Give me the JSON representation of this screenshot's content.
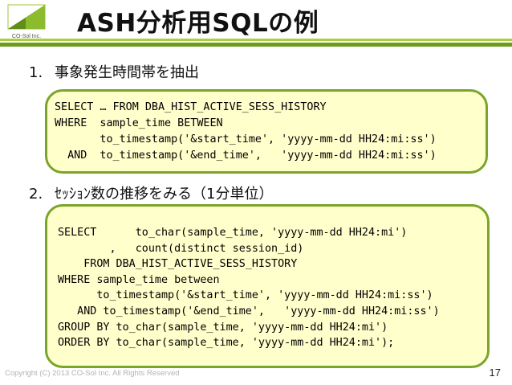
{
  "logo": {
    "text": "CO-Sol Inc."
  },
  "title": "ASH分析用SQLの例",
  "sections": [
    {
      "number": "1.",
      "heading": "事象発生時間帯を抽出"
    },
    {
      "number": "2.",
      "heading": "ｾｯｼｮﾝ数の推移をみる（1分単位）"
    }
  ],
  "code_blocks": [
    "SELECT … FROM DBA_HIST_ACTIVE_SESS_HISTORY\nWHERE  sample_time BETWEEN\n       to_timestamp('&start_time', 'yyyy-mm-dd HH24:mi:ss')\n  AND  to_timestamp('&end_time',   'yyyy-mm-dd HH24:mi:ss')",
    "SELECT      to_char(sample_time, 'yyyy-mm-dd HH24:mi')\n        ,   count(distinct session_id)\n    FROM DBA_HIST_ACTIVE_SESS_HISTORY\nWHERE sample_time between\n      to_timestamp('&start_time', 'yyyy-mm-dd HH24:mi:ss')\n   AND to_timestamp('&end_time',   'yyyy-mm-dd HH24:mi:ss')\nGROUP BY to_char(sample_time, 'yyyy-mm-dd HH24:mi')\nORDER BY to_char(sample_time, 'yyyy-mm-dd HH24:mi');"
  ],
  "footer": "Copyright (C) 2013 CO-Sol Inc. All Rights Reserved",
  "page_number": "17",
  "colors": {
    "accent": "#7aa52a",
    "box_fill": "#ffffcc"
  }
}
